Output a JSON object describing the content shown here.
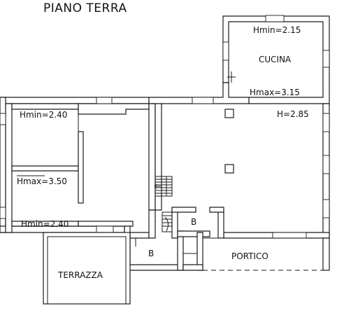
{
  "title": "PIANO TERRA",
  "labels": {
    "cucina": "CUCINA",
    "cucina_hmin": "Hmin=2.15",
    "cucina_hmax": "Hmax=3.15",
    "main_h": "H=2.85",
    "left_hmin_top": "Hmin=2.40",
    "left_hmax": "Hmax=3.50",
    "left_hmin_bottom": "Hmin=2.40",
    "b_upper": "B",
    "b_lower": "B",
    "portico": "PORTICO",
    "terrazza": "TERRAZZA"
  }
}
